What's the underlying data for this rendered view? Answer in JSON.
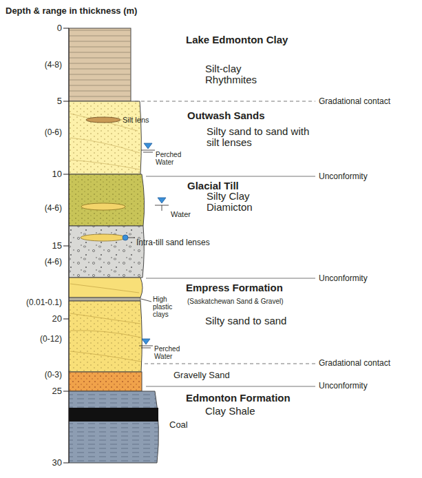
{
  "diagram": {
    "title": "Depth & range in thickness (m)",
    "labels": [
      "0",
      "(4-8)",
      "5",
      "(0-6)",
      "10",
      "(4-6)",
      "15",
      "(4-6)",
      "(0.01-0.1)",
      "20",
      "(0-12)",
      "(0-3)",
      "25",
      "30",
      "Lake Edmonton Clay",
      "Silt-clay Rhythmites",
      "Outwash Sands",
      "Silty sand to sand with silt lenses",
      "Glacial Till",
      "Silty Clay Diamicton",
      "Empress Formation",
      "(Saskatchewan Sand & Gravel)",
      "Silty sand to sand",
      "Gravelly Sand",
      "Edmonton Formation",
      "Clay Shale",
      "Coal",
      "Silt lens",
      "Perched Water",
      "Water",
      "Intra-till sand lenses",
      "High plastic clays",
      "Perched Water",
      "Gradational contact",
      "Unconformity",
      "Unconformity",
      "Gradational contact",
      "Unconformity"
    ]
  }
}
